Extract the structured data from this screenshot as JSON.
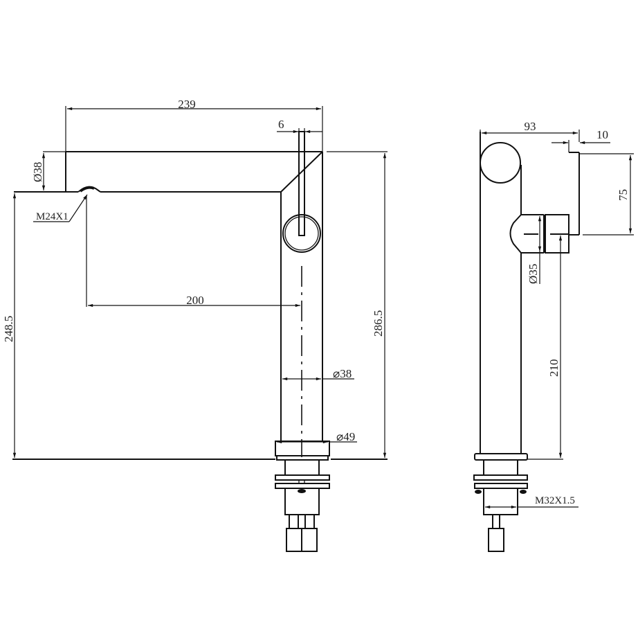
{
  "drawing": {
    "subject": "Single-lever basin mixer faucet — technical dimension drawing",
    "front_view": {
      "dimensions": {
        "overall_length": "239",
        "handle_width": "6",
        "spout_diameter": "Ø38",
        "aerator_thread": "M24X1",
        "spout_reach": "200",
        "spout_outlet_height": "248.5",
        "overall_height": "286.5",
        "body_diameter": "⌀38",
        "base_diameter": "⌀49"
      }
    },
    "side_view": {
      "dimensions": {
        "depth": "93",
        "handle_offset": "10",
        "handle_height": "75",
        "cartridge_diameter": "Ø35",
        "handle_center_height": "210",
        "mounting_thread": "M32X1.5"
      }
    },
    "colors": {
      "line": "#111111",
      "text": "#222222",
      "background": "#ffffff"
    }
  }
}
